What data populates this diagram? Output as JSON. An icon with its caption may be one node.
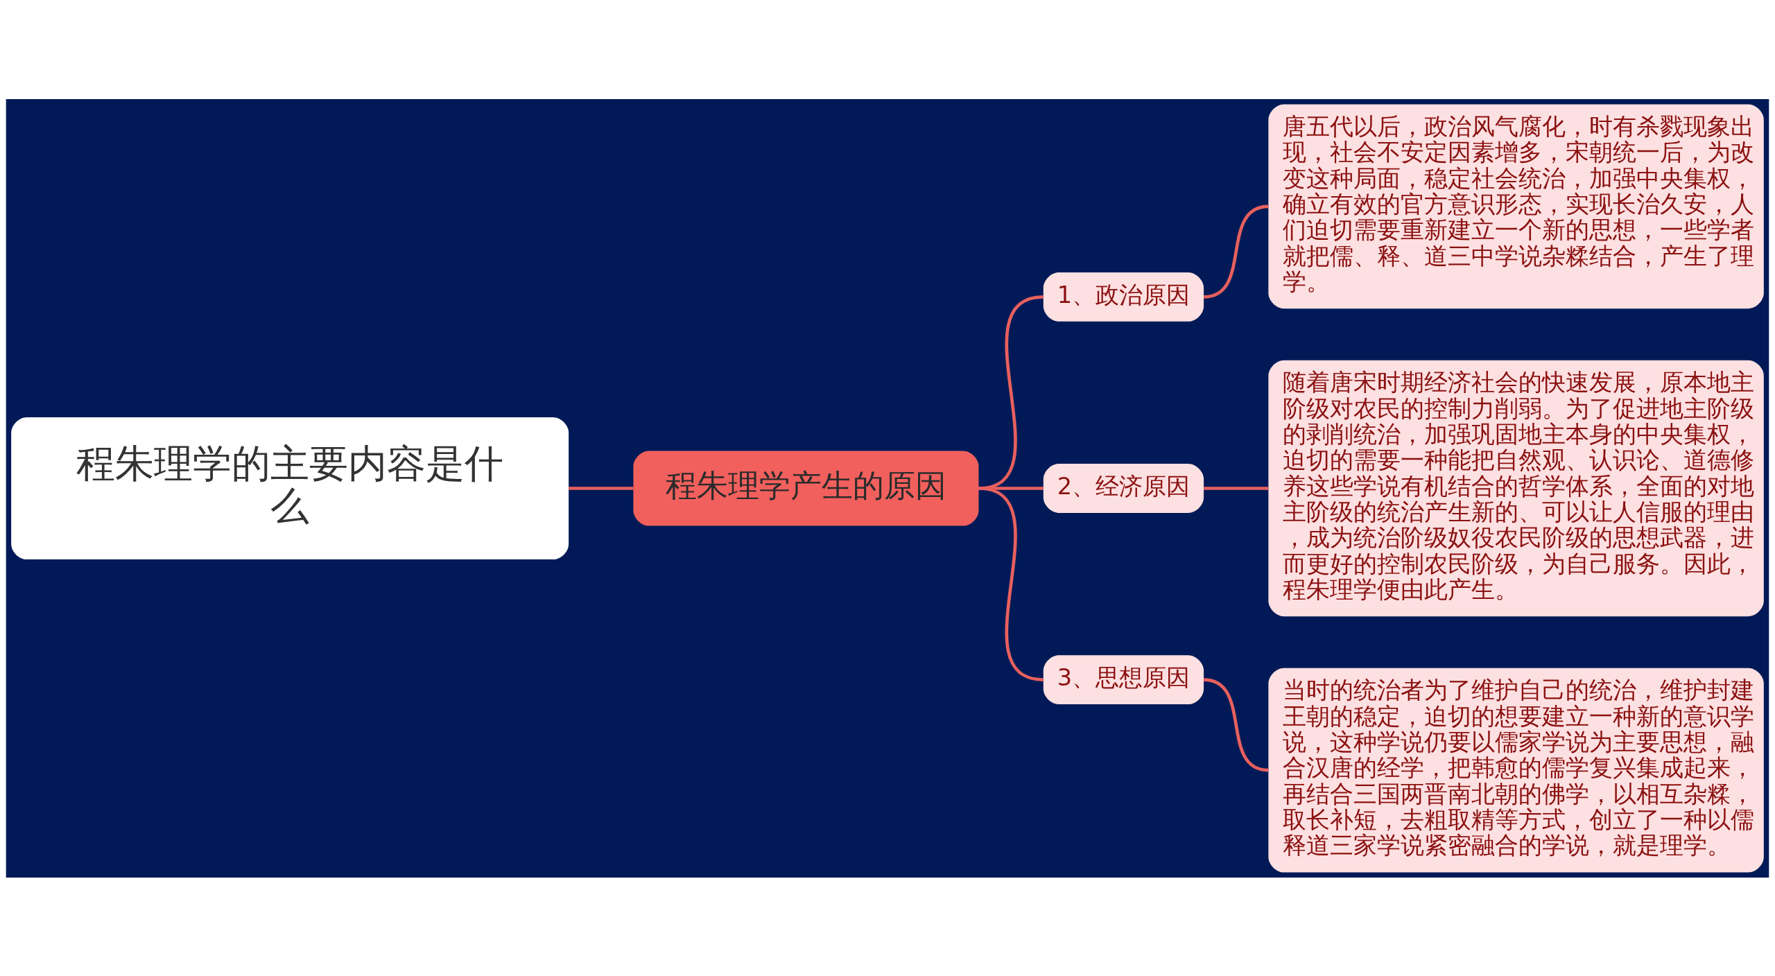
{
  "diagram": {
    "nodes": [
      {
        "text": [
          "程朱理学的主要内容是什么"
        ]
      },
      {
        "text": [
          "程朱理学产生的原因"
        ]
      },
      {
        "text": [
          "1、政治原因"
        ]
      },
      {
        "text": [
          "唐五代以后，政治风气腐化，时有杀戮现象出现，社会不安定因素增多，宋朝统一后，为改变这种局面，稳定社会统治，加强中央集权，确立有效的官方意识形态，实现长治久安，人们迫切需要重新建立一个新的思想，一些学者就把儒、释、道三中学说杂糅结合，产生了理学。"
        ]
      },
      {
        "text": [
          "2、经济原因"
        ]
      },
      {
        "text": [
          "随着唐宋时期经济社会的快速发展，原本地主阶级对农民的控制力削弱。为了促进地主阶级的剥削统治，加强巩固地主本身的中央集权，迫切的需要一种能把自然观、认识论、道德修养这些学说有机结合的哲学体系，全面的对地主阶级的统治产生新的、可以让人信服的理由，成为统治阶级奴役农民阶级的思想武器，进而更好的控制农民阶级，为自己服务。因此，程朱理学便由此产生。"
        ]
      },
      {
        "text": [
          "3、思想原因"
        ]
      },
      {
        "text": [
          "当时的统治者为了维护自己的统治，维护封建王朝的稳定，迫切的想要建立一种新的意识学说，这种学说仍要以儒家学说为主要思想，融合汉唐的经学，把韩愈的儒学复兴集成起来，再结合三国两晋南北朝的佛学，以相互杂糅，取长补短，去粗取精等方式，创立了一种以儒释道三家学说紧密融合的学说，就是理学。"
        ]
      }
    ],
    "edges": [
      {
        "from": 0,
        "to": 1,
        "arrow": "none"
      },
      {
        "from": 1,
        "to": 2,
        "arrow": "none"
      },
      {
        "from": 1,
        "to": 4,
        "arrow": "none"
      },
      {
        "from": 1,
        "to": 6,
        "arrow": "none"
      },
      {
        "from": 2,
        "to": 3,
        "arrow": "none"
      },
      {
        "from": 4,
        "to": 5,
        "arrow": "none"
      },
      {
        "from": 6,
        "to": 7,
        "arrow": "none"
      }
    ]
  }
}
